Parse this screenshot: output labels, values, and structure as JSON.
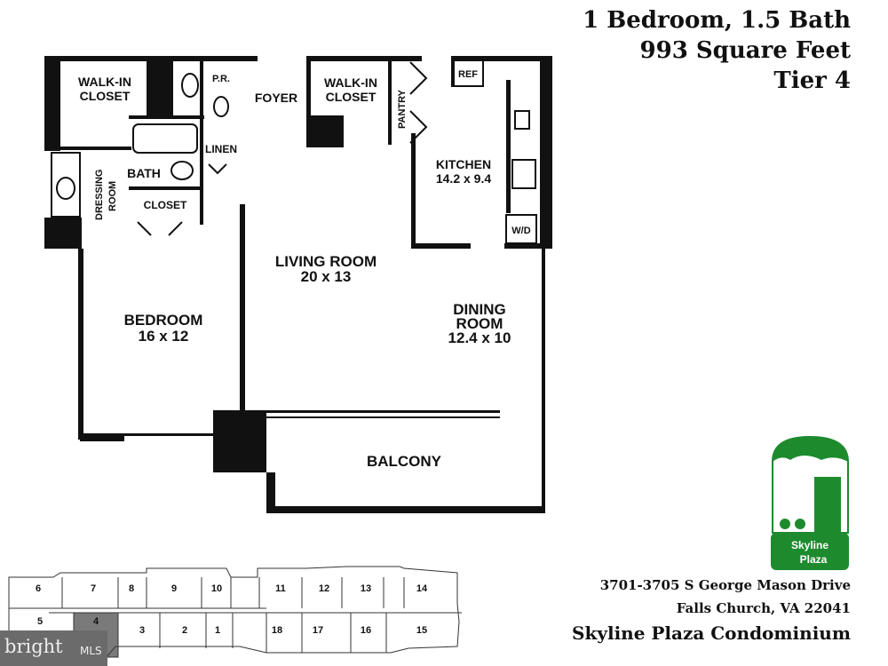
{
  "header": {
    "line1": "1 Bedroom, 1.5 Bath",
    "line2": "993 Square Feet",
    "line3": "Tier 4"
  },
  "rooms": {
    "walkin_closet_1": [
      "WALK-IN",
      "CLOSET"
    ],
    "pr": "P.R.",
    "foyer": "FOYER",
    "walkin_closet_2": [
      "WALK-IN",
      "CLOSET"
    ],
    "pantry": "PANTRY",
    "ref": "REF",
    "kitchen": {
      "name": "KITCHEN",
      "size": "14.2 x 9.4"
    },
    "linen": "LINEN",
    "bath": "BATH",
    "dressing_room": [
      "DRESSING",
      "ROOM"
    ],
    "closet": "CLOSET",
    "wd": "W/D",
    "living_room": {
      "name": "LIVING ROOM",
      "size": "20 x 13"
    },
    "dining_room": {
      "name": [
        "DINING",
        "ROOM"
      ],
      "size": "12.4 x 10"
    },
    "bedroom": {
      "name": "BEDROOM",
      "size": "16 x 12"
    },
    "balcony": "BALCONY"
  },
  "keyplan": {
    "units_top": [
      "6",
      "7",
      "8",
      "9",
      "10",
      "11",
      "12",
      "13",
      "14"
    ],
    "units_bottom": [
      "5",
      "4",
      "3",
      "2",
      "1",
      "18",
      "17",
      "16",
      "15"
    ],
    "highlighted_unit": "4",
    "highlight_color": "#7a7a7a"
  },
  "logo": {
    "text": [
      "Skyline",
      "Plaza"
    ],
    "color": "#1e8a2e"
  },
  "address": {
    "line1": "3701-3705 S George Mason Drive",
    "line2": "Falls Church, VA 22041",
    "name": "Skyline Plaza Condominium"
  },
  "watermark": {
    "brand": "bright",
    "suffix": "MLS"
  }
}
